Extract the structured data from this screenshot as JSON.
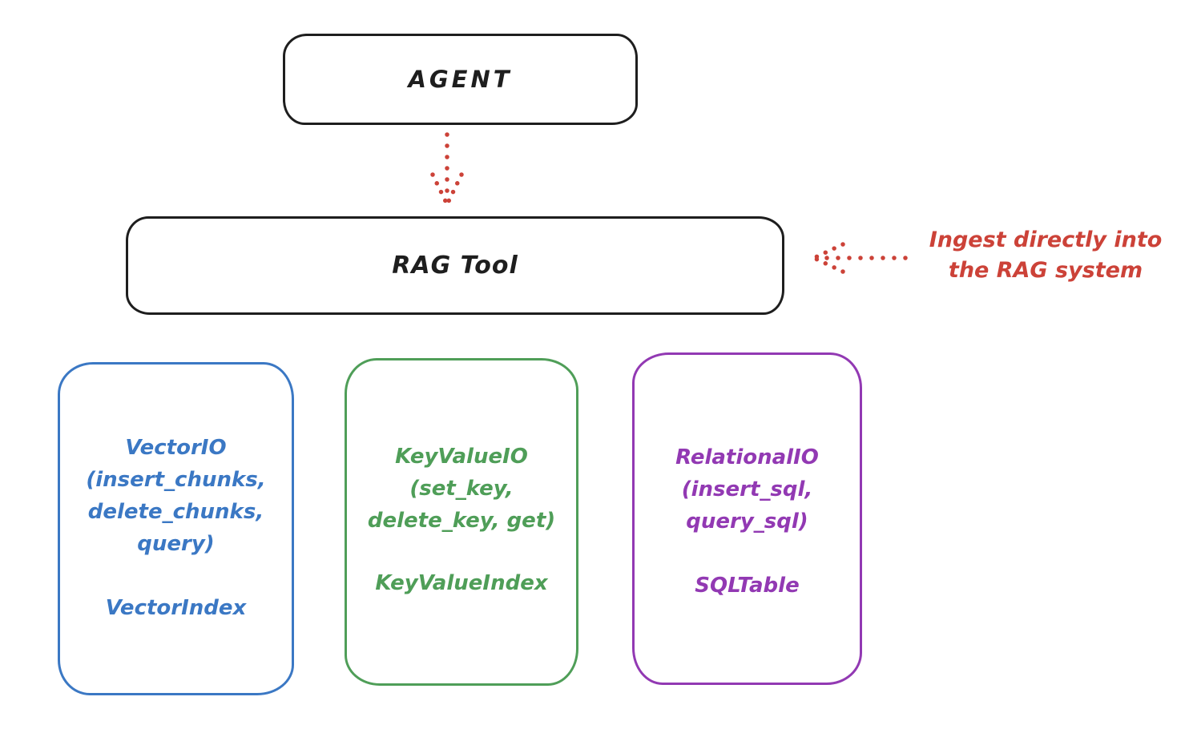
{
  "colors": {
    "background": "#ffffff",
    "ink": "#1e1e1e",
    "accent_red": "#cc4238",
    "accent_blue": "#3b78c4",
    "accent_green": "#4f9e58",
    "accent_purple": "#9239b3"
  },
  "nodes": {
    "agent": {
      "label": "AGENT"
    },
    "rag_tool": {
      "label": "RAG Tool"
    },
    "vector_io": {
      "lines": [
        "VectorIO",
        "(insert_chunks,",
        "delete_chunks,",
        "query)"
      ],
      "index_label": "VectorIndex"
    },
    "key_value_io": {
      "lines": [
        "KeyValueIO",
        "(set_key,",
        "delete_key, get)"
      ],
      "index_label": "KeyValueIndex"
    },
    "relational_io": {
      "lines": [
        "RelationalIO",
        "(insert_sql,",
        "query_sql)"
      ],
      "index_label": "SQLTable"
    }
  },
  "annotation": {
    "lines": [
      "Ingest directly into",
      "the RAG system"
    ]
  },
  "icons": {
    "agent_to_rag": "dotted-down-arrow",
    "annotation_to_rag": "dotted-left-arrow"
  }
}
